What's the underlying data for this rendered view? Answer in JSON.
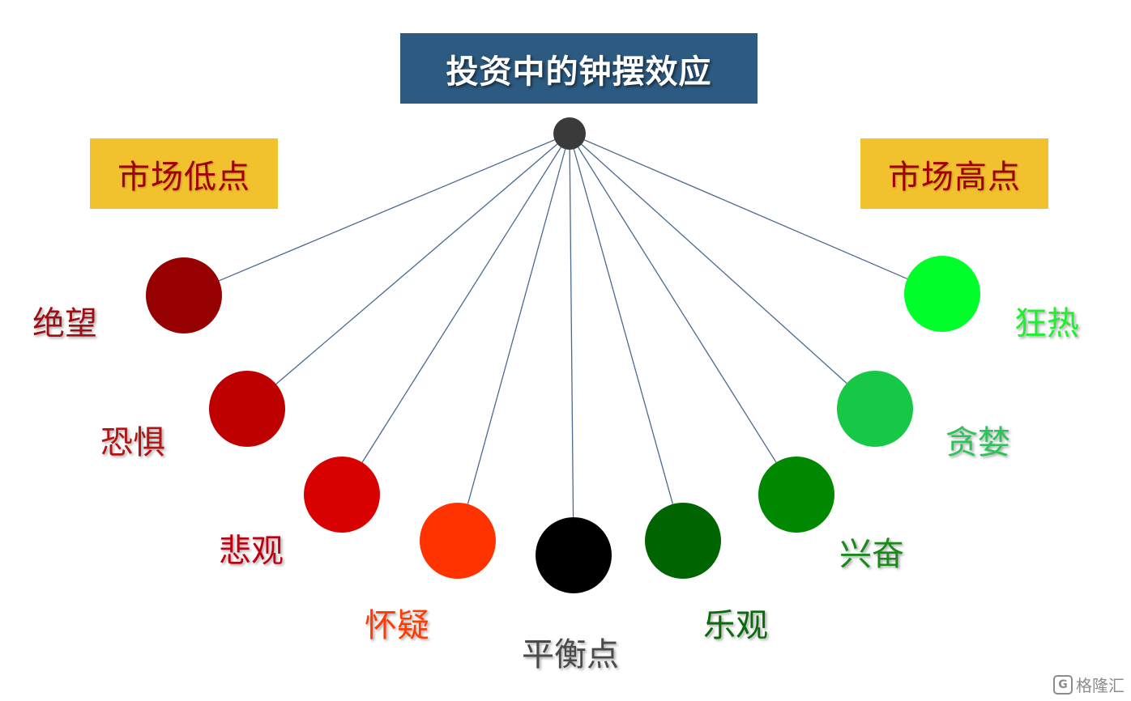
{
  "title": "投资中的钟摆效应",
  "low_label": "市场低点",
  "high_label": "市场高点",
  "states": [
    {
      "name": "绝望",
      "color": "#960000"
    },
    {
      "name": "恐惧",
      "color": "#be0000"
    },
    {
      "name": "悲观",
      "color": "#d80000"
    },
    {
      "name": "怀疑",
      "color": "#ff3300"
    },
    {
      "name": "平衡点",
      "color": "#000000"
    },
    {
      "name": "乐观",
      "color": "#006400"
    },
    {
      "name": "兴奋",
      "color": "#008800"
    },
    {
      "name": "贪婪",
      "color": "#16c846"
    },
    {
      "name": "狂热",
      "color": "#00ff2a"
    }
  ],
  "label_colors": {
    "绝望": "#a10d14",
    "恐惧": "#b01414",
    "悲观": "#c00010",
    "怀疑": "#ff3b00",
    "平衡点": "#4a4a4a",
    "乐观": "#0a6a0a",
    "兴奋": "#1a8a1a",
    "贪婪": "#2ec35a",
    "狂热": "#1ef02e"
  },
  "watermark": "格隆汇"
}
